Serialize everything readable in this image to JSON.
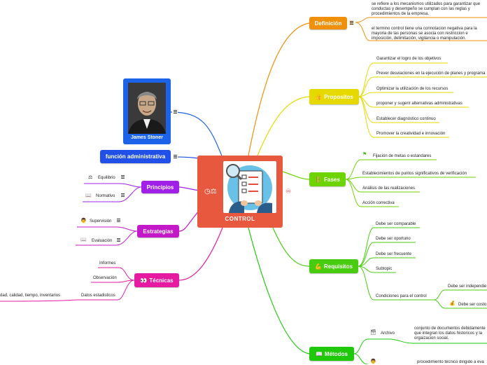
{
  "center": {
    "title": "CONTROL",
    "icon_left": "clock-scales-icon",
    "icon_right": "link-icon",
    "image": "checklist-magnifier-illustration"
  },
  "colors": {
    "center": "#e8583f",
    "definicion": "#f0900a",
    "propositos": "#e6d900",
    "fases": "#6dd400",
    "requisitos": "#48cc10",
    "metodos": "#1ec90a",
    "stoner": "#1b63e8",
    "funcion": "#2050e8",
    "principios": "#a020e8",
    "estrategias": "#c419c8",
    "tecnicas": "#e61aa0"
  },
  "stoner": {
    "label": "James Stoner"
  },
  "funcion": {
    "label": "función administrativa"
  },
  "principios": {
    "label": "Principios",
    "items": [
      {
        "label": "Equilibrio",
        "icon": "scales-icon"
      },
      {
        "label": "Normativo",
        "icon": "book-icon"
      }
    ]
  },
  "estrategias": {
    "label": "Estrategias",
    "items": [
      {
        "label": "Supervisión",
        "icon": "person-icon"
      },
      {
        "label": "Evaluación",
        "icon": "book-icon"
      }
    ]
  },
  "tecnicas": {
    "label": "Técnicas",
    "icon": "eyes-icon",
    "items": [
      {
        "label": "Informes"
      },
      {
        "label": "Observación"
      },
      {
        "label": "Datos estadisticos",
        "sub": "dad, calidad, tiempo, inventarios"
      }
    ]
  },
  "definicion": {
    "label": "Definición",
    "paragraphs": [
      "se refiere a los mecanismos utilizados para garantizar que conductas y desempeño se cumplan con las reglas y procedimientos de la empresa.",
      "el termino control tiene una connotacion negativa para la mayoria de las personas se asocia con restriccion e imposición, delimitación, vigilancia o manipulación."
    ]
  },
  "propositos": {
    "label": "Propositos",
    "icon": "thumbs-up-icon",
    "items": [
      "Garantizar el logro de los objetivos",
      "Prever desviaciones en la ejecución de planes y programa",
      "Optimizar la utilización de los recursos",
      "proponer y sugerir alternativas administrativas",
      "Establecer diagnóstico continuo",
      "Promover la creatividad e innovación"
    ]
  },
  "fases": {
    "label": "Fases",
    "icon": "ladder-icon",
    "items": [
      "Fijación de metas o estandares",
      "Establecimientos de puntos significativos de verificación",
      "Análisis de las realizaciones",
      "Acción correctiva"
    ]
  },
  "requisitos": {
    "label": "Requisitos",
    "icon": "flexed-arm-icon",
    "items": [
      "Debe ser comparable",
      "Debe ser oportuno",
      "Debe ser frecuente",
      "Subtopic",
      "Condiciones para el control"
    ],
    "sub_items": [
      "Debe ser independie",
      "Debe ser costo"
    ]
  },
  "metodos": {
    "label": "Métodos",
    "icon": "book-icon",
    "items": [
      {
        "label": "Archivo",
        "icon": "cabinet-icon",
        "text": "conjunto de documentos debidamente que integran los datos historicos y la orgaizacion social."
      },
      {
        "label": "",
        "icon": "person-icon",
        "text": "procedimiento técnico dirigido a eva"
      }
    ]
  }
}
